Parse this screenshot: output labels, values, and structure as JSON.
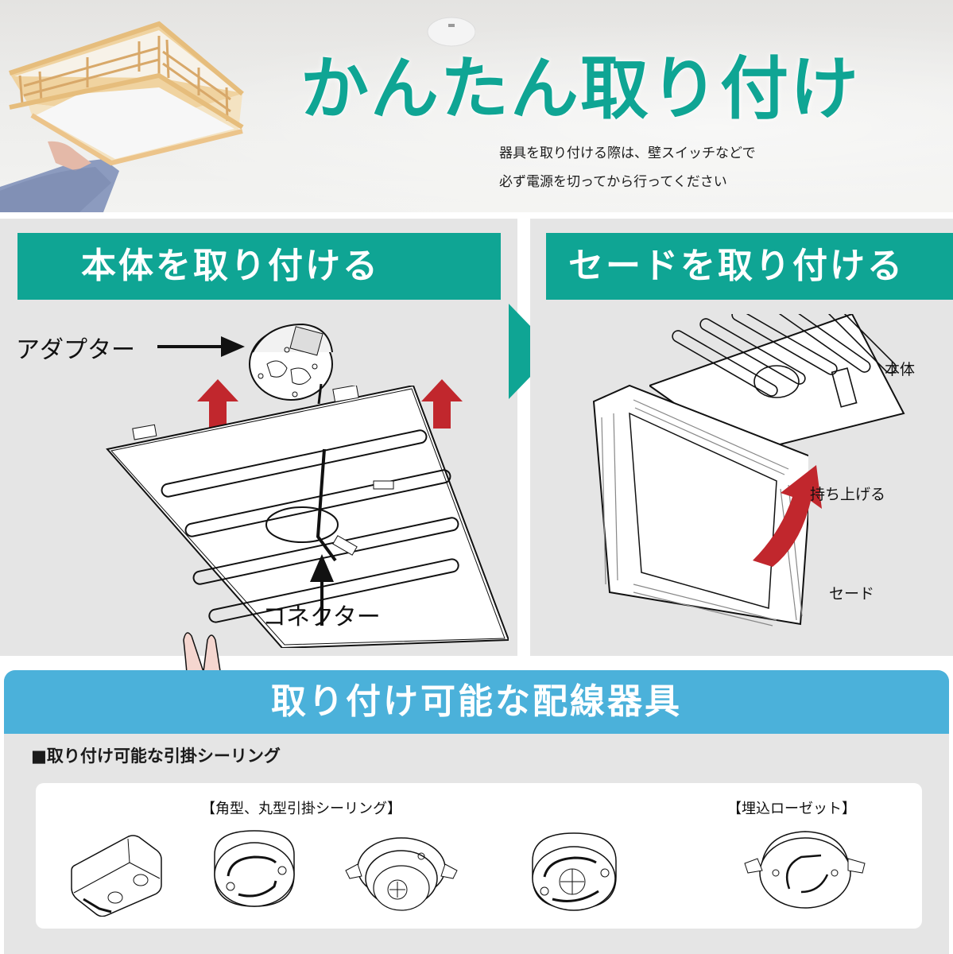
{
  "hero": {
    "title": "かんたん取り付け",
    "note_lines": [
      "器具を取り付ける際は、壁スイッチなどで",
      "必ず電源を切ってから行ってください"
    ],
    "image": "wooden-japanese-ceiling-light-being-mounted"
  },
  "steps": [
    {
      "title": "本体を取り付ける",
      "labels": {
        "adapter": "アダプター",
        "connector": "コネクター"
      },
      "icons": [
        "adapter-illustration",
        "red-up-arrow",
        "red-up-arrow",
        "main-body-panel",
        "hands"
      ]
    },
    {
      "title": "セードを取り付ける",
      "labels": {
        "body": "本体",
        "lift": "持ち上げる",
        "shade": "セード"
      },
      "icons": [
        "main-body-panel",
        "shade-frame",
        "red-curved-arrow"
      ]
    }
  ],
  "step_arrow": "teal-right-triangle",
  "compat": {
    "header": "取り付け可能な配線器具",
    "subtitle": "■取り付け可能な引掛シーリング",
    "groups": [
      {
        "label": "【角型、丸型引掛シーリング】",
        "items": [
          "square-ceiling-socket",
          "round-ceiling-socket",
          "round-ceiling-socket-with-tabs",
          "round-ceiling-socket-thick"
        ]
      },
      {
        "label": "【埋込ローゼット】",
        "items": [
          "recessed-rosette"
        ]
      }
    ]
  },
  "colors": {
    "teal": "#0fa594",
    "blue": "#4bb1da",
    "panel_gray": "#e5e5e5",
    "red_arrow": "#c1272d"
  }
}
